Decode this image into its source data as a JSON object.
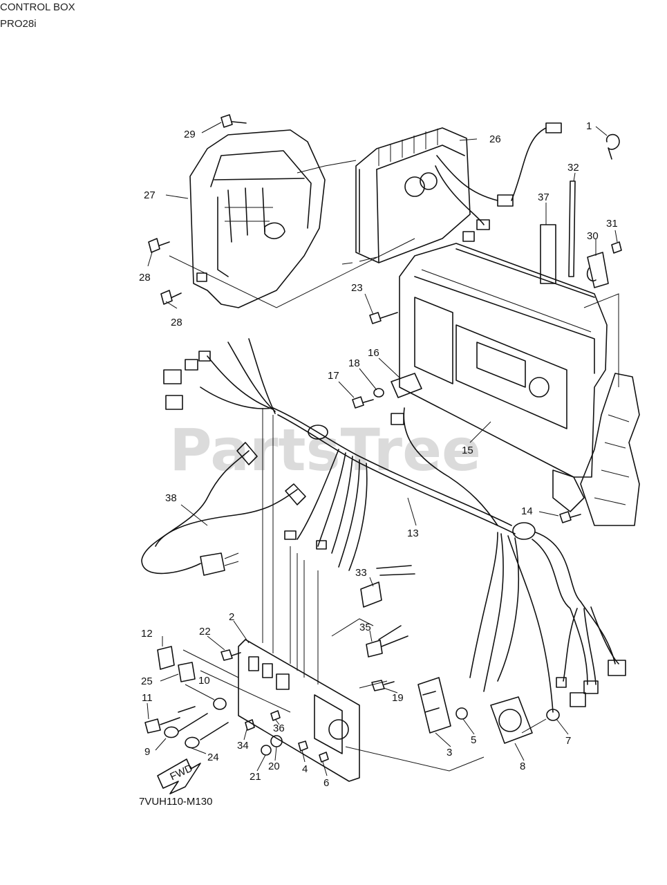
{
  "header": {
    "title": "CONTROL BOX",
    "model": "PRO28i"
  },
  "watermark": "PartsTree",
  "drawing_code": "7VUH110-M130",
  "fwd_label": "FWD",
  "callouts": {
    "c1": "1",
    "c2": "2",
    "c3": "3",
    "c4": "4",
    "c5": "5",
    "c6": "6",
    "c7": "7",
    "c8": "8",
    "c9": "9",
    "c10": "10",
    "c11": "11",
    "c12": "12",
    "c13": "13",
    "c14": "14",
    "c15": "15",
    "c16": "16",
    "c17": "17",
    "c18": "18",
    "c19": "19",
    "c20": "20",
    "c21": "21",
    "c22": "22",
    "c23": "23",
    "c24": "24",
    "c25": "25",
    "c26": "26",
    "c27": "27",
    "c28a": "28",
    "c28b": "28",
    "c29": "29",
    "c30": "30",
    "c31": "31",
    "c32": "32",
    "c33": "33",
    "c34": "34",
    "c35": "35",
    "c36": "36",
    "c37": "37",
    "c38": "38"
  }
}
